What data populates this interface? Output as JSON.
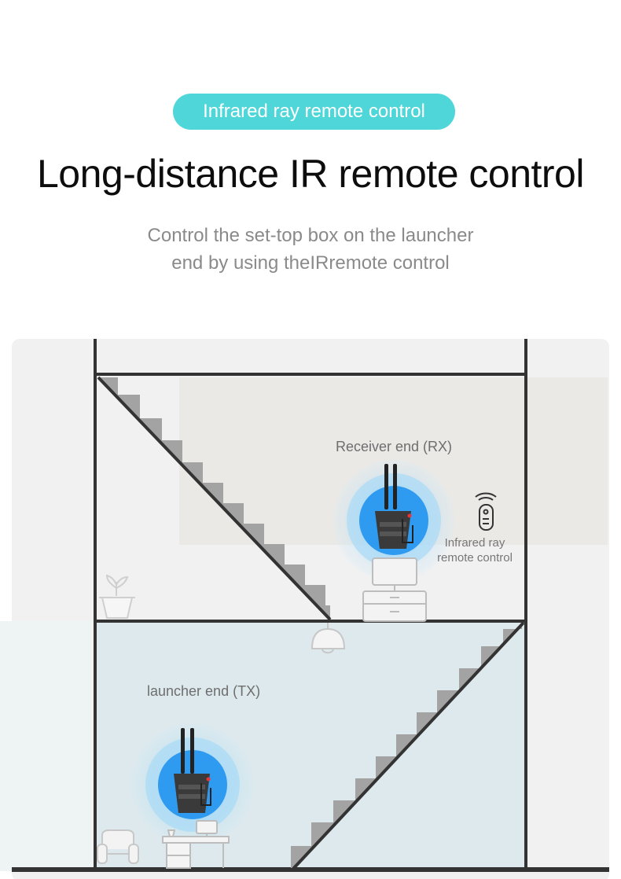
{
  "badge": {
    "label": "Infrared ray remote control"
  },
  "heading": {
    "title": "Long-distance IR remote control"
  },
  "subtitle": {
    "line1": "Control the set-top box on the launcher",
    "line2": "end by using theIRremote control"
  },
  "scene": {
    "receiver_label": "Receiver end (RX)",
    "launcher_label": "launcher end (TX)",
    "remote_label_line1": "Infrared ray",
    "remote_label_line2": "remote control"
  },
  "colors": {
    "accent": "#4fd6d8",
    "wall_upper": "#efefef",
    "room_lower": "#dde9ec",
    "device_core": "#2f9bf0",
    "line": "#333333"
  },
  "icons": [
    "wifi-extender-icon",
    "remote-control-icon",
    "monitor-icon",
    "plant-pot-icon",
    "ceiling-lamp-icon",
    "armchair-icon"
  ]
}
